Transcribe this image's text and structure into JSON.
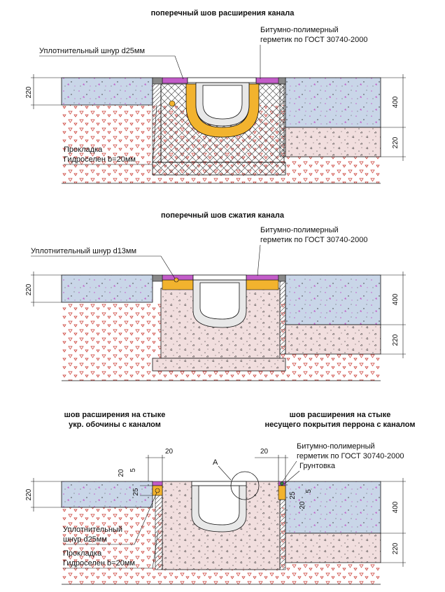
{
  "colors": {
    "granite_fill": "#c9d6e8",
    "concrete_fill": "#f1dede",
    "soil_fill": "#ffffff",
    "soil_marks": "#c8322a",
    "sealant": "#c25cc8",
    "seal_cord": "#f2b32e",
    "channel_body": "#e8e8e8",
    "hatch": "#555555",
    "line": "#111111"
  },
  "section1": {
    "title": "поперечный шов расширения канала",
    "label_cord": "Уплотнительный шнур d25мм",
    "label_sealant_1": "Битумно-полимерный",
    "label_sealant_2": "герметик по ГОСТ 30740-2000",
    "label_gasket_1": "Прокладка",
    "label_gasket_2": "Гидроселен b=20мм",
    "dim_left": "220",
    "dim_right_top": "400",
    "dim_right_bottom": "220"
  },
  "section2": {
    "title": "поперечный шов сжатия канала",
    "label_cord": "Уплотнительный шнур d13мм",
    "label_sealant_1": "Битумно-полимерный",
    "label_sealant_2": "герметик по ГОСТ 30740-2000",
    "dim_left": "220",
    "dim_right_top": "400",
    "dim_right_bottom": "220"
  },
  "section3": {
    "title_left_1": "шов расширения на стыке",
    "title_left_2": "укр. обочины с каналом",
    "title_right_1": "шов расширения на стыке",
    "title_right_2": "несущего покрытия перрона с каналом",
    "label_sealant_1": "Битумно-полимерный",
    "label_sealant_2": "герметик по ГОСТ 30740-2000",
    "label_primer": "Грунтовка",
    "label_cord_1": "Уплотнительный",
    "label_cord_2": "шнур d25мм",
    "label_gasket_1": "Прокладка",
    "label_gasket_2": "Гидроселен b=20мм",
    "callout": "A",
    "dim_20_left": "20",
    "dim_20_right": "20",
    "dim_5_left": "5",
    "dim_20_left_v": "20",
    "dim_25_left": "25",
    "dim_25_right": "25",
    "dim_20_right_v": "20",
    "dim_5_right": "5",
    "dim_left": "220",
    "dim_right_top": "400",
    "dim_right_bottom": "220"
  }
}
